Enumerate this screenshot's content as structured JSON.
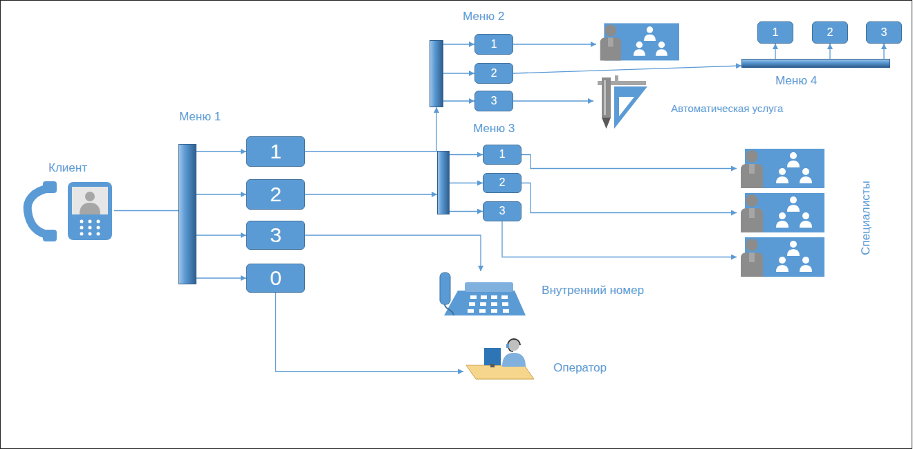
{
  "diagram": {
    "nodes": [
      {
        "text": [
          "Клиент"
        ]
      },
      {
        "text": [
          "Меню 1"
        ]
      },
      {
        "text": [
          "1"
        ],
        "in": 1
      },
      {
        "text": [
          "2"
        ],
        "in": 1
      },
      {
        "text": [
          "3"
        ],
        "in": 1
      },
      {
        "text": [
          "0"
        ],
        "in": 1
      },
      {
        "text": [
          "Меню 2"
        ]
      },
      {
        "text": [
          "1"
        ],
        "in": 6
      },
      {
        "text": [
          "2"
        ],
        "in": 6
      },
      {
        "text": [
          "3"
        ],
        "in": 6
      },
      {
        "text": []
      },
      {
        "text": [
          "Меню 4"
        ]
      },
      {
        "text": [
          "1"
        ],
        "in": 11
      },
      {
        "text": [
          "2"
        ],
        "in": 11
      },
      {
        "text": [
          "3"
        ],
        "in": 11
      },
      {
        "text": [
          "Автоматическая услуга"
        ]
      },
      {
        "text": [
          "Меню 3"
        ]
      },
      {
        "text": [
          "1"
        ],
        "in": 16
      },
      {
        "text": [
          "2"
        ],
        "in": 16
      },
      {
        "text": [
          "3"
        ],
        "in": 16
      },
      {
        "text": []
      },
      {
        "text": []
      },
      {
        "text": []
      },
      {
        "text": [
          "Внутренний номер"
        ]
      },
      {
        "text": [
          "Оператор"
        ]
      }
    ],
    "edges": [
      {
        "from": 0,
        "to": 1,
        "arrow": "none"
      },
      {
        "from": 1,
        "to": 2,
        "arrow": "to"
      },
      {
        "from": 1,
        "to": 3,
        "arrow": "to"
      },
      {
        "from": 1,
        "to": 4,
        "arrow": "to"
      },
      {
        "from": 1,
        "to": 5,
        "arrow": "to"
      },
      {
        "from": 2,
        "to": 6,
        "arrow": "to"
      },
      {
        "from": 3,
        "to": 16,
        "arrow": "to"
      },
      {
        "from": 4,
        "to": 23,
        "arrow": "to"
      },
      {
        "from": 5,
        "to": 24,
        "arrow": "to"
      },
      {
        "from": 6,
        "to": 7,
        "arrow": "to"
      },
      {
        "from": 6,
        "to": 8,
        "arrow": "to"
      },
      {
        "from": 6,
        "to": 9,
        "arrow": "to"
      },
      {
        "from": 7,
        "to": 10,
        "arrow": "to"
      },
      {
        "from": 8,
        "to": 11,
        "arrow": "to"
      },
      {
        "from": 11,
        "to": 12,
        "arrow": "to"
      },
      {
        "from": 11,
        "to": 13,
        "arrow": "to"
      },
      {
        "from": 11,
        "to": 14,
        "arrow": "to"
      },
      {
        "from": 9,
        "to": 15,
        "arrow": "to"
      },
      {
        "from": 16,
        "to": 17,
        "arrow": "to"
      },
      {
        "from": 16,
        "to": 18,
        "arrow": "to"
      },
      {
        "from": 16,
        "to": 19,
        "arrow": "to"
      },
      {
        "from": 17,
        "to": 20,
        "arrow": "to"
      },
      {
        "from": 18,
        "to": 21,
        "arrow": "to"
      },
      {
        "from": 19,
        "to": 22,
        "arrow": "to"
      }
    ],
    "labels": [
      "Специалисты"
    ]
  }
}
